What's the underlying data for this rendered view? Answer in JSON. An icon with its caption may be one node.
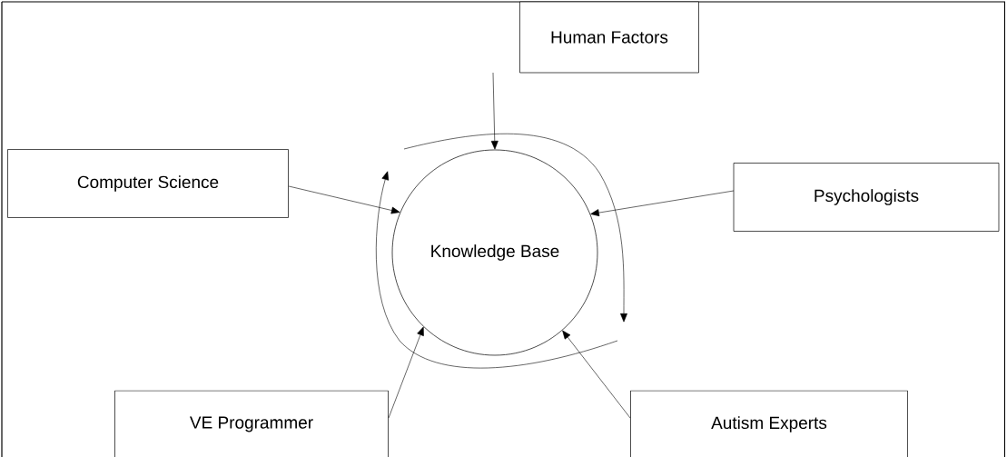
{
  "diagram": {
    "nodes": [
      {
        "text": [
          "Knowledge Base"
        ]
      },
      {
        "text": [
          "Human Factors"
        ]
      },
      {
        "text": [
          "Computer Science"
        ]
      },
      {
        "text": [
          "Psychologists"
        ]
      },
      {
        "text": [
          "VE Programmer"
        ]
      },
      {
        "text": [
          "Autism Experts"
        ]
      }
    ],
    "edges": [
      {
        "from": 1,
        "to": 0,
        "arrow": "to"
      },
      {
        "from": 2,
        "to": 0,
        "arrow": "to"
      },
      {
        "from": 3,
        "to": 0,
        "arrow": "to"
      },
      {
        "from": 4,
        "to": 0,
        "arrow": "to"
      },
      {
        "from": 5,
        "to": 0,
        "arrow": "to"
      }
    ]
  }
}
